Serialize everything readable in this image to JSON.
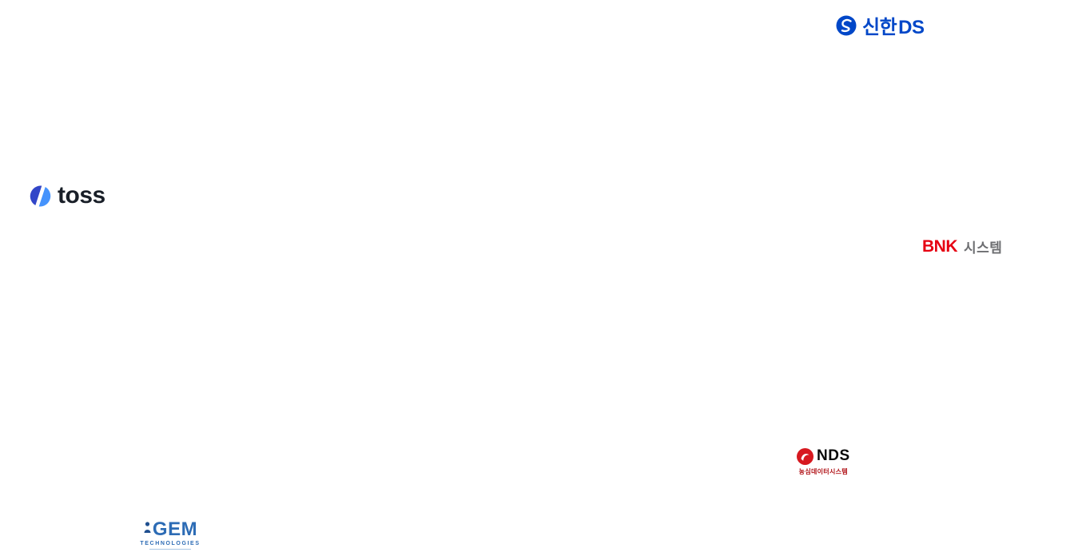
{
  "logos": {
    "shinhan_ds": {
      "kr": "신한",
      "en": "DS",
      "color": "#0047c8"
    },
    "toss": {
      "label": "toss",
      "text_color": "#191f28",
      "icon_dark_color": "#3246c8",
      "icon_light_color": "#4593fc"
    },
    "bnk_system": {
      "en": "BNK",
      "kr": "시스템",
      "en_color": "#e60012",
      "kr_color": "#6d6e71"
    },
    "nds": {
      "label": "NDS",
      "sub": "농심데이터시스템",
      "icon_color": "#d71920",
      "text_color": "#0a0a0a",
      "sub_color": "#b01116"
    },
    "gem": {
      "label": "GEM",
      "sub": "TECHNOLOGIES",
      "color": "#2d6cb5"
    }
  }
}
